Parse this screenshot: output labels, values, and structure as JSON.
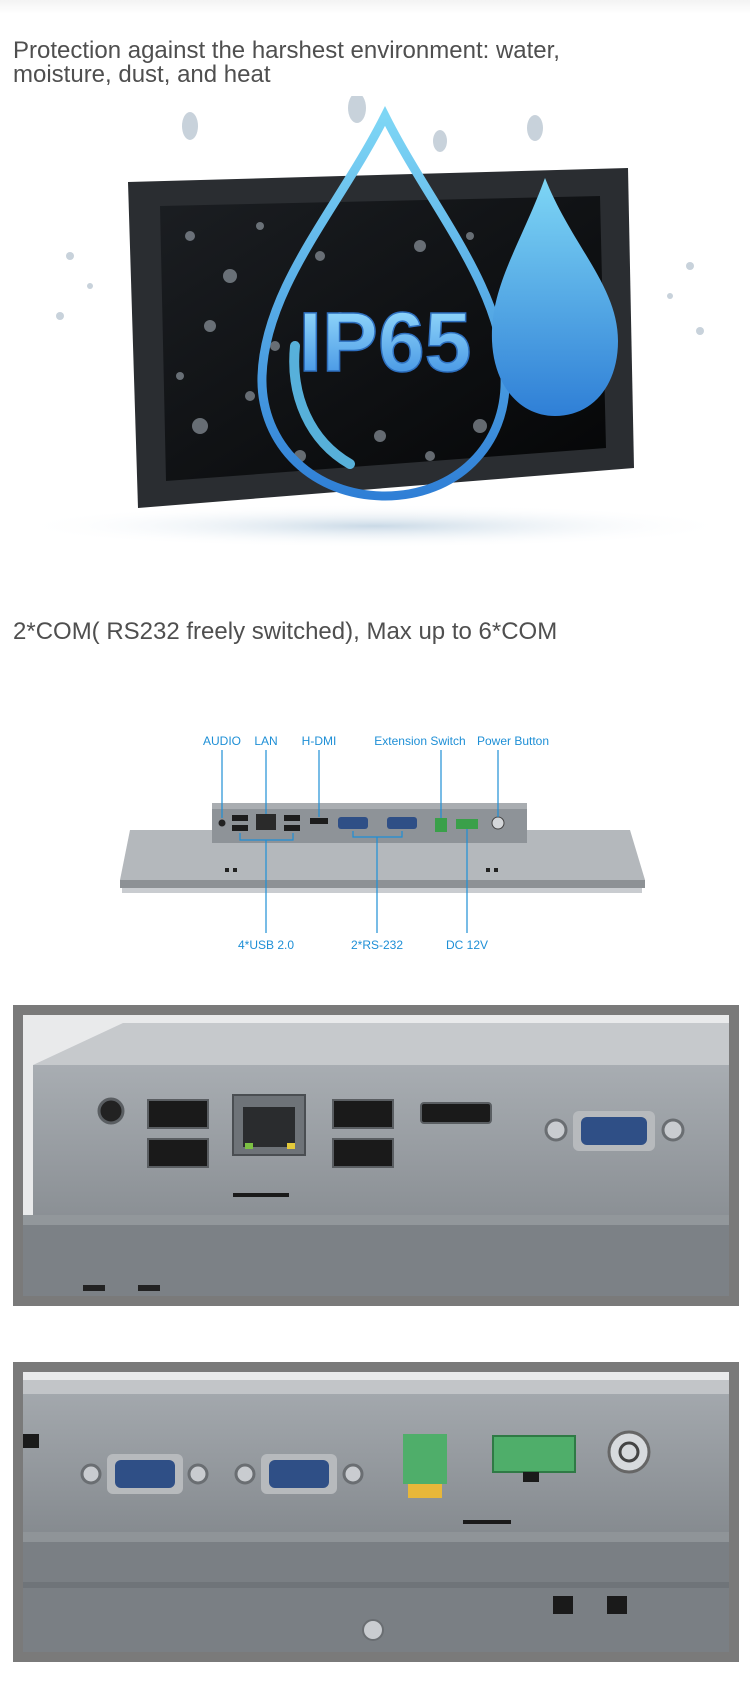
{
  "section1": {
    "heading": "Protection against the harshest environment: water, moisture, dust, and heat",
    "badge_text": "IP65"
  },
  "section2": {
    "heading": "2*COM( RS232 freely switched), Max up to 6*COM"
  },
  "port_diagram": {
    "top_labels": {
      "audio": "AUDIO",
      "lan": "LAN",
      "hdmi": "H-DMI",
      "extension_switch": "Extension Switch",
      "power_button": "Power Button"
    },
    "bottom_labels": {
      "usb": "4*USB 2.0",
      "rs232": "2*RS-232",
      "dc": "DC 12V"
    }
  },
  "colors": {
    "heading": "#4f4f4f",
    "label": "#1e8fd6",
    "photo_frame": "#7a7a7a",
    "metal": "#9aa0a5",
    "drop": "#4aa8e8"
  }
}
